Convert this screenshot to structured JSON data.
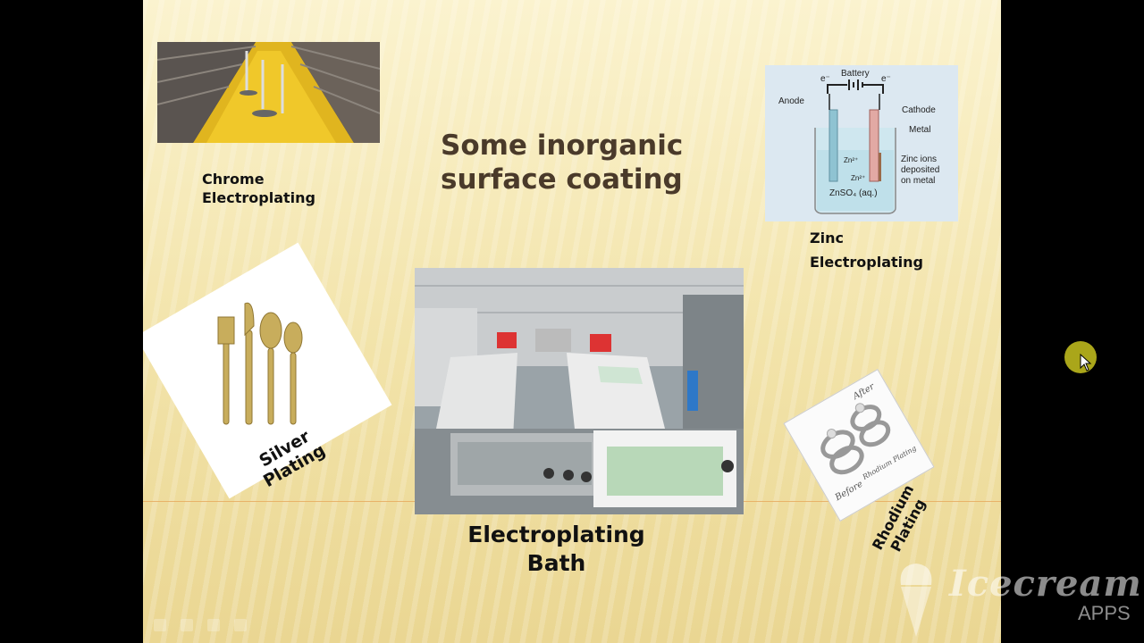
{
  "slide": {
    "title": "Some inorganic\nsurface coating",
    "captions": {
      "chrome": "Chrome\nElectroplating",
      "zinc": "Zinc\nElectroplating",
      "bath": "Electroplating\nBath",
      "silver": "Silver\nPlating",
      "rhodium": "Rhodium\nPlating"
    },
    "zinc_diagram": {
      "battery": "Battery",
      "electron_left": "e⁻",
      "electron_right": "e⁻",
      "anode": "Anode",
      "cathode": "Cathode",
      "metal": "Metal",
      "zinc_ion_1": "Zn²⁺",
      "zinc_ion_2": "Zn²⁺",
      "deposited": "Zinc ions\ndeposited\non metal",
      "solution": "ZnSO₄ (aq.)"
    },
    "rhodium_card_text": {
      "before": "Before",
      "after": "After",
      "middle": "Rhodium Plating"
    }
  },
  "watermark": {
    "brand": "Icecream",
    "sub": "APPS"
  },
  "icons": [
    "cursor-arrow-icon",
    "ice-cream-cone-icon",
    "slide-nav-icons"
  ],
  "colors": {
    "title": "#4a3a2a",
    "accent_line": "#e6a85b",
    "cursor_highlight": "#c8c31e"
  }
}
